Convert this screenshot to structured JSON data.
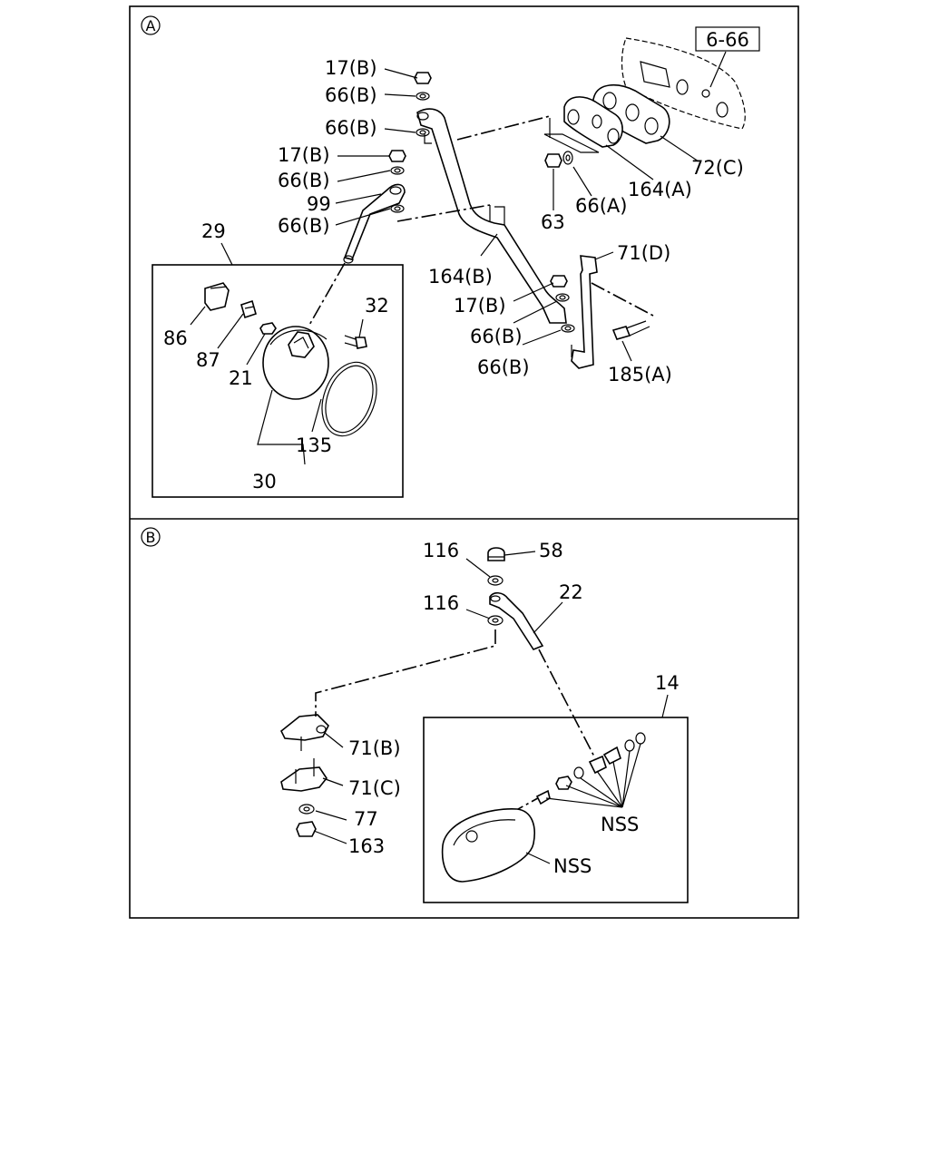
{
  "sections": {
    "a": {
      "marker": "A"
    },
    "b": {
      "marker": "B"
    }
  },
  "ref_box": "6-66",
  "labels_a": {
    "p17b_1": "17(B)",
    "p66b_1": "66(B)",
    "p66b_2": "66(B)",
    "p17b_2": "17(B)",
    "p66b_3": "66(B)",
    "p99": "99",
    "p66b_4": "66(B)",
    "p29": "29",
    "p86": "86",
    "p87": "87",
    "p21": "21",
    "p32": "32",
    "p135": "135",
    "p30": "30",
    "p72c": "72(C)",
    "p164a": "164(A)",
    "p66a": "66(A)",
    "p63": "63",
    "p164b": "164(B)",
    "p71d": "71(D)",
    "p17b_3": "17(B)",
    "p66b_5": "66(B)",
    "p66b_6": "66(B)",
    "p185a": "185(A)"
  },
  "labels_b": {
    "p116_1": "116",
    "p58": "58",
    "p116_2": "116",
    "p22": "22",
    "p14": "14",
    "p71b": "71(B)",
    "p71c": "71(C)",
    "p77": "77",
    "p163": "163",
    "nss_1": "NSS",
    "nss_2": "NSS"
  }
}
